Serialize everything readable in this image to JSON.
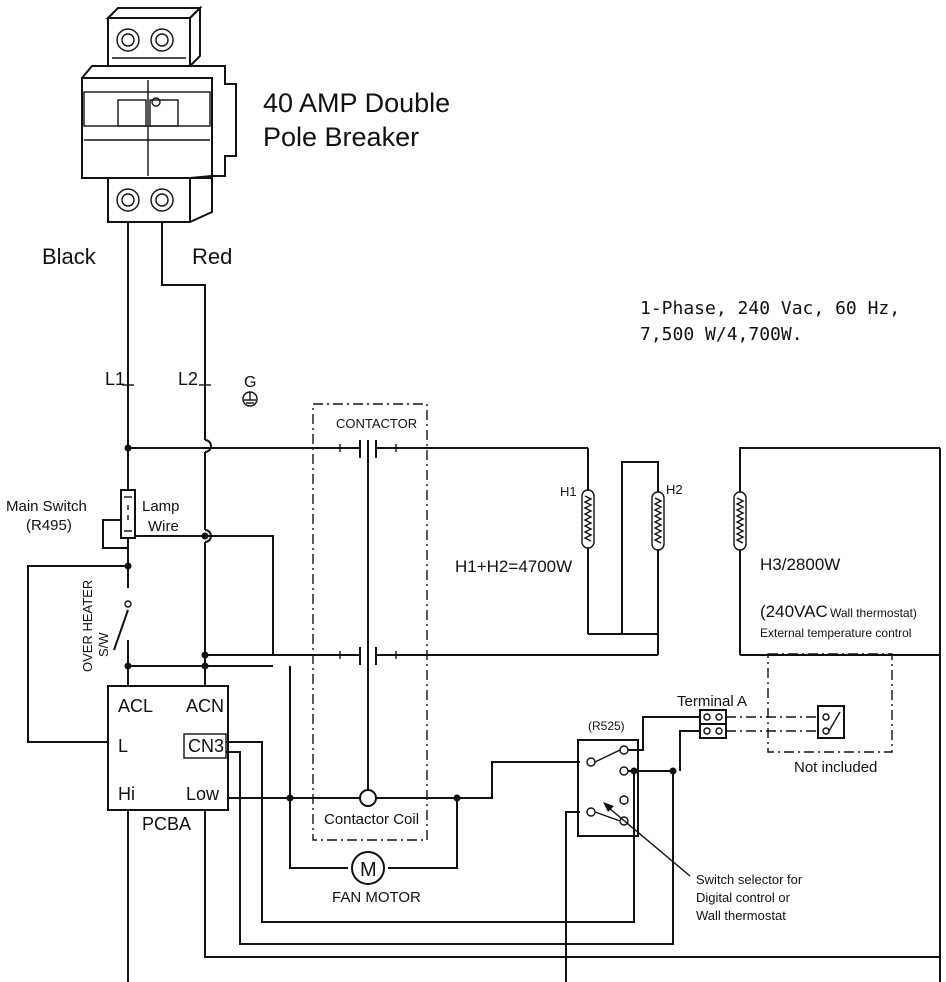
{
  "breaker": {
    "title_line1": "40 AMP Double",
    "title_line2": "Pole Breaker",
    "left_wire": "Black",
    "right_wire": "Red"
  },
  "spec": {
    "line1": "1-Phase, 240 Vac, 60 Hz,",
    "line2": "7,500 W/4,700W."
  },
  "lines": {
    "l1": "L1",
    "l2": "L2",
    "ground": "G"
  },
  "contactor": {
    "label": "CONTACTOR",
    "coil_label": "Contactor Coil"
  },
  "heaters": {
    "h1": "H1",
    "h2": "H2",
    "h12_rating": "H1+H2=4700W",
    "h3_rating": "H3/2800W"
  },
  "main_switch": {
    "label": "Main Switch",
    "code": "(R495)",
    "lamp_line1": "Lamp",
    "lamp_line2": "Wire"
  },
  "overheat": {
    "line1": "OVER HEATER",
    "line2": "S/W"
  },
  "pcba": {
    "name": "PCBA",
    "acl": "ACL",
    "acn": "ACN",
    "l": "L",
    "cn3": "CN3",
    "hi": "Hi",
    "low": "Low"
  },
  "fan": {
    "symbol": "M",
    "label": "FAN MOTOR"
  },
  "thermostat": {
    "volt": "(240VAC",
    "wall": "Wall thermostat)",
    "ext": "External temperature control",
    "not_included": "Not included"
  },
  "terminal": {
    "label": "Terminal A"
  },
  "selector": {
    "code": "(R525)",
    "note_line1": "Switch selector for",
    "note_line2": "Digital control or",
    "note_line3": "Wall thermostat"
  }
}
